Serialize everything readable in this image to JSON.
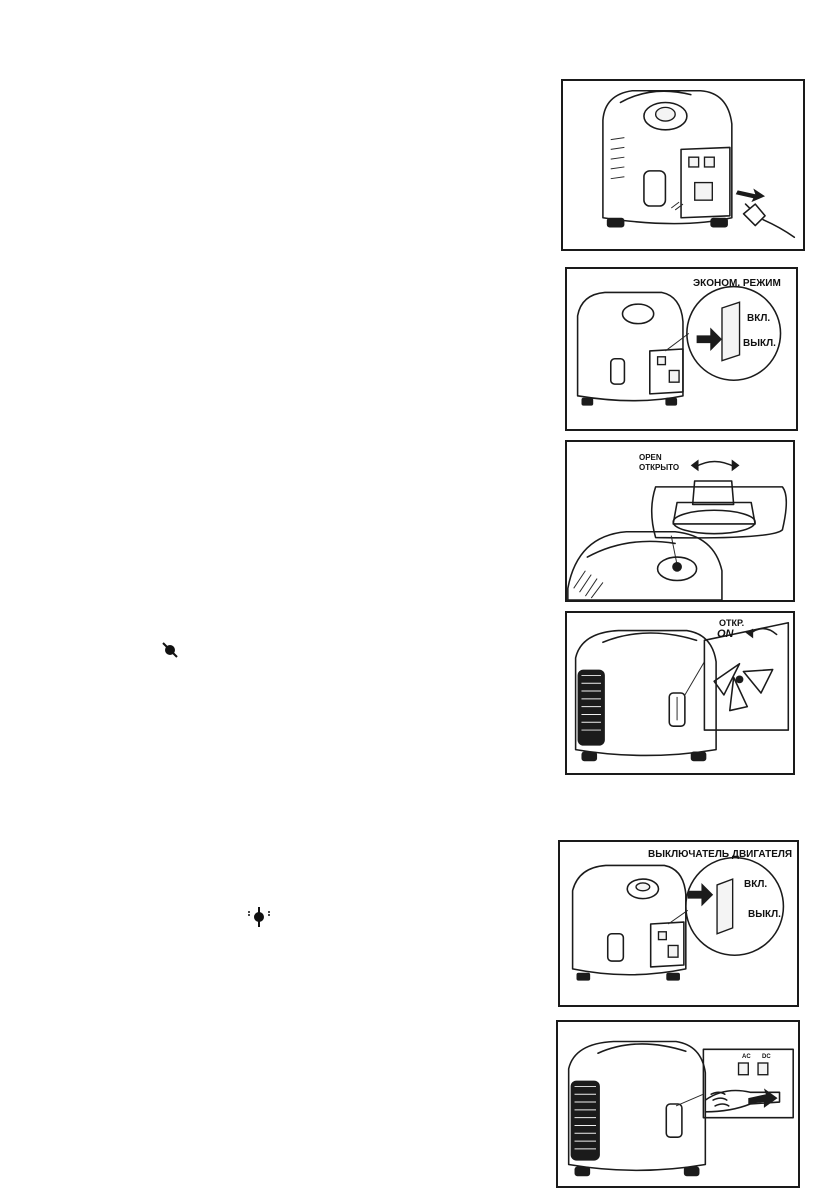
{
  "figures": {
    "fig2": {
      "title": "ЭКОНОМ. РЕЖИМ",
      "on_label": "ВКЛ.",
      "off_label": "ВЫКЛ."
    },
    "fig3": {
      "open_en": "OPEN",
      "open_ru": "ОТКРЫТО"
    },
    "fig4": {
      "open_label": "ОТКР.",
      "on_label": "ON"
    },
    "fig5": {
      "title": "ВЫКЛЮЧАТЕЛЬ ДВИГАТЕЛЯ",
      "on_label": "ВКЛ.",
      "off_label": "ВЫКЛ."
    },
    "fig6": {
      "panel_left": "AC",
      "panel_right": "DC"
    }
  },
  "icons": [
    "choke-symbol-icon",
    "engine-switch-symbol-icon"
  ]
}
